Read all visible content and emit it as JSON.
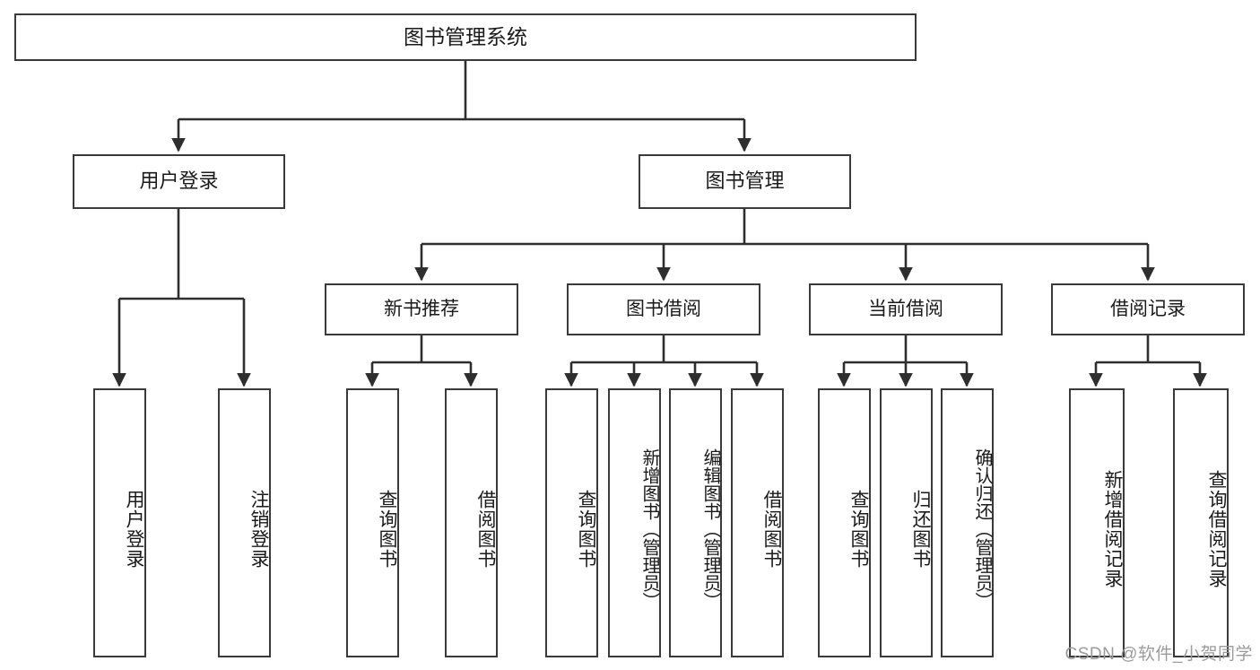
{
  "diagram": {
    "type": "tree-hierarchy",
    "title": "图书管理系统",
    "watermark": "CSDN @软件_小贺同学",
    "colors": {
      "box_border": "#3a3a3a",
      "box_fill": "#ffffff",
      "connector": "#2e2e2e",
      "text": "#1a1a1a",
      "watermark": "#9b9b9b"
    },
    "root": {
      "label": "图书管理系统"
    },
    "level2": [
      {
        "label": "用户登录"
      },
      {
        "label": "图书管理"
      }
    ],
    "level3": [
      {
        "label": "新书推荐"
      },
      {
        "label": "图书借阅"
      },
      {
        "label": "当前借阅"
      },
      {
        "label": "借阅记录"
      }
    ],
    "leaves": {
      "user_login": [
        {
          "label": "用户登录"
        },
        {
          "label": "注销登录"
        }
      ],
      "new_book_recommend": [
        {
          "label": "查询图书"
        },
        {
          "label": "借阅图书"
        }
      ],
      "book_borrow": [
        {
          "label": "查询图书"
        },
        {
          "label": "新增图书（管理员）"
        },
        {
          "label": "编辑图书（管理员）"
        },
        {
          "label": "借阅图书"
        }
      ],
      "current_borrow": [
        {
          "label": "查询图书"
        },
        {
          "label": "归还图书"
        },
        {
          "label": "确认归还（管理员）"
        }
      ],
      "borrow_record": [
        {
          "label": "新增借阅记录"
        },
        {
          "label": "查询借阅记录"
        }
      ]
    }
  }
}
